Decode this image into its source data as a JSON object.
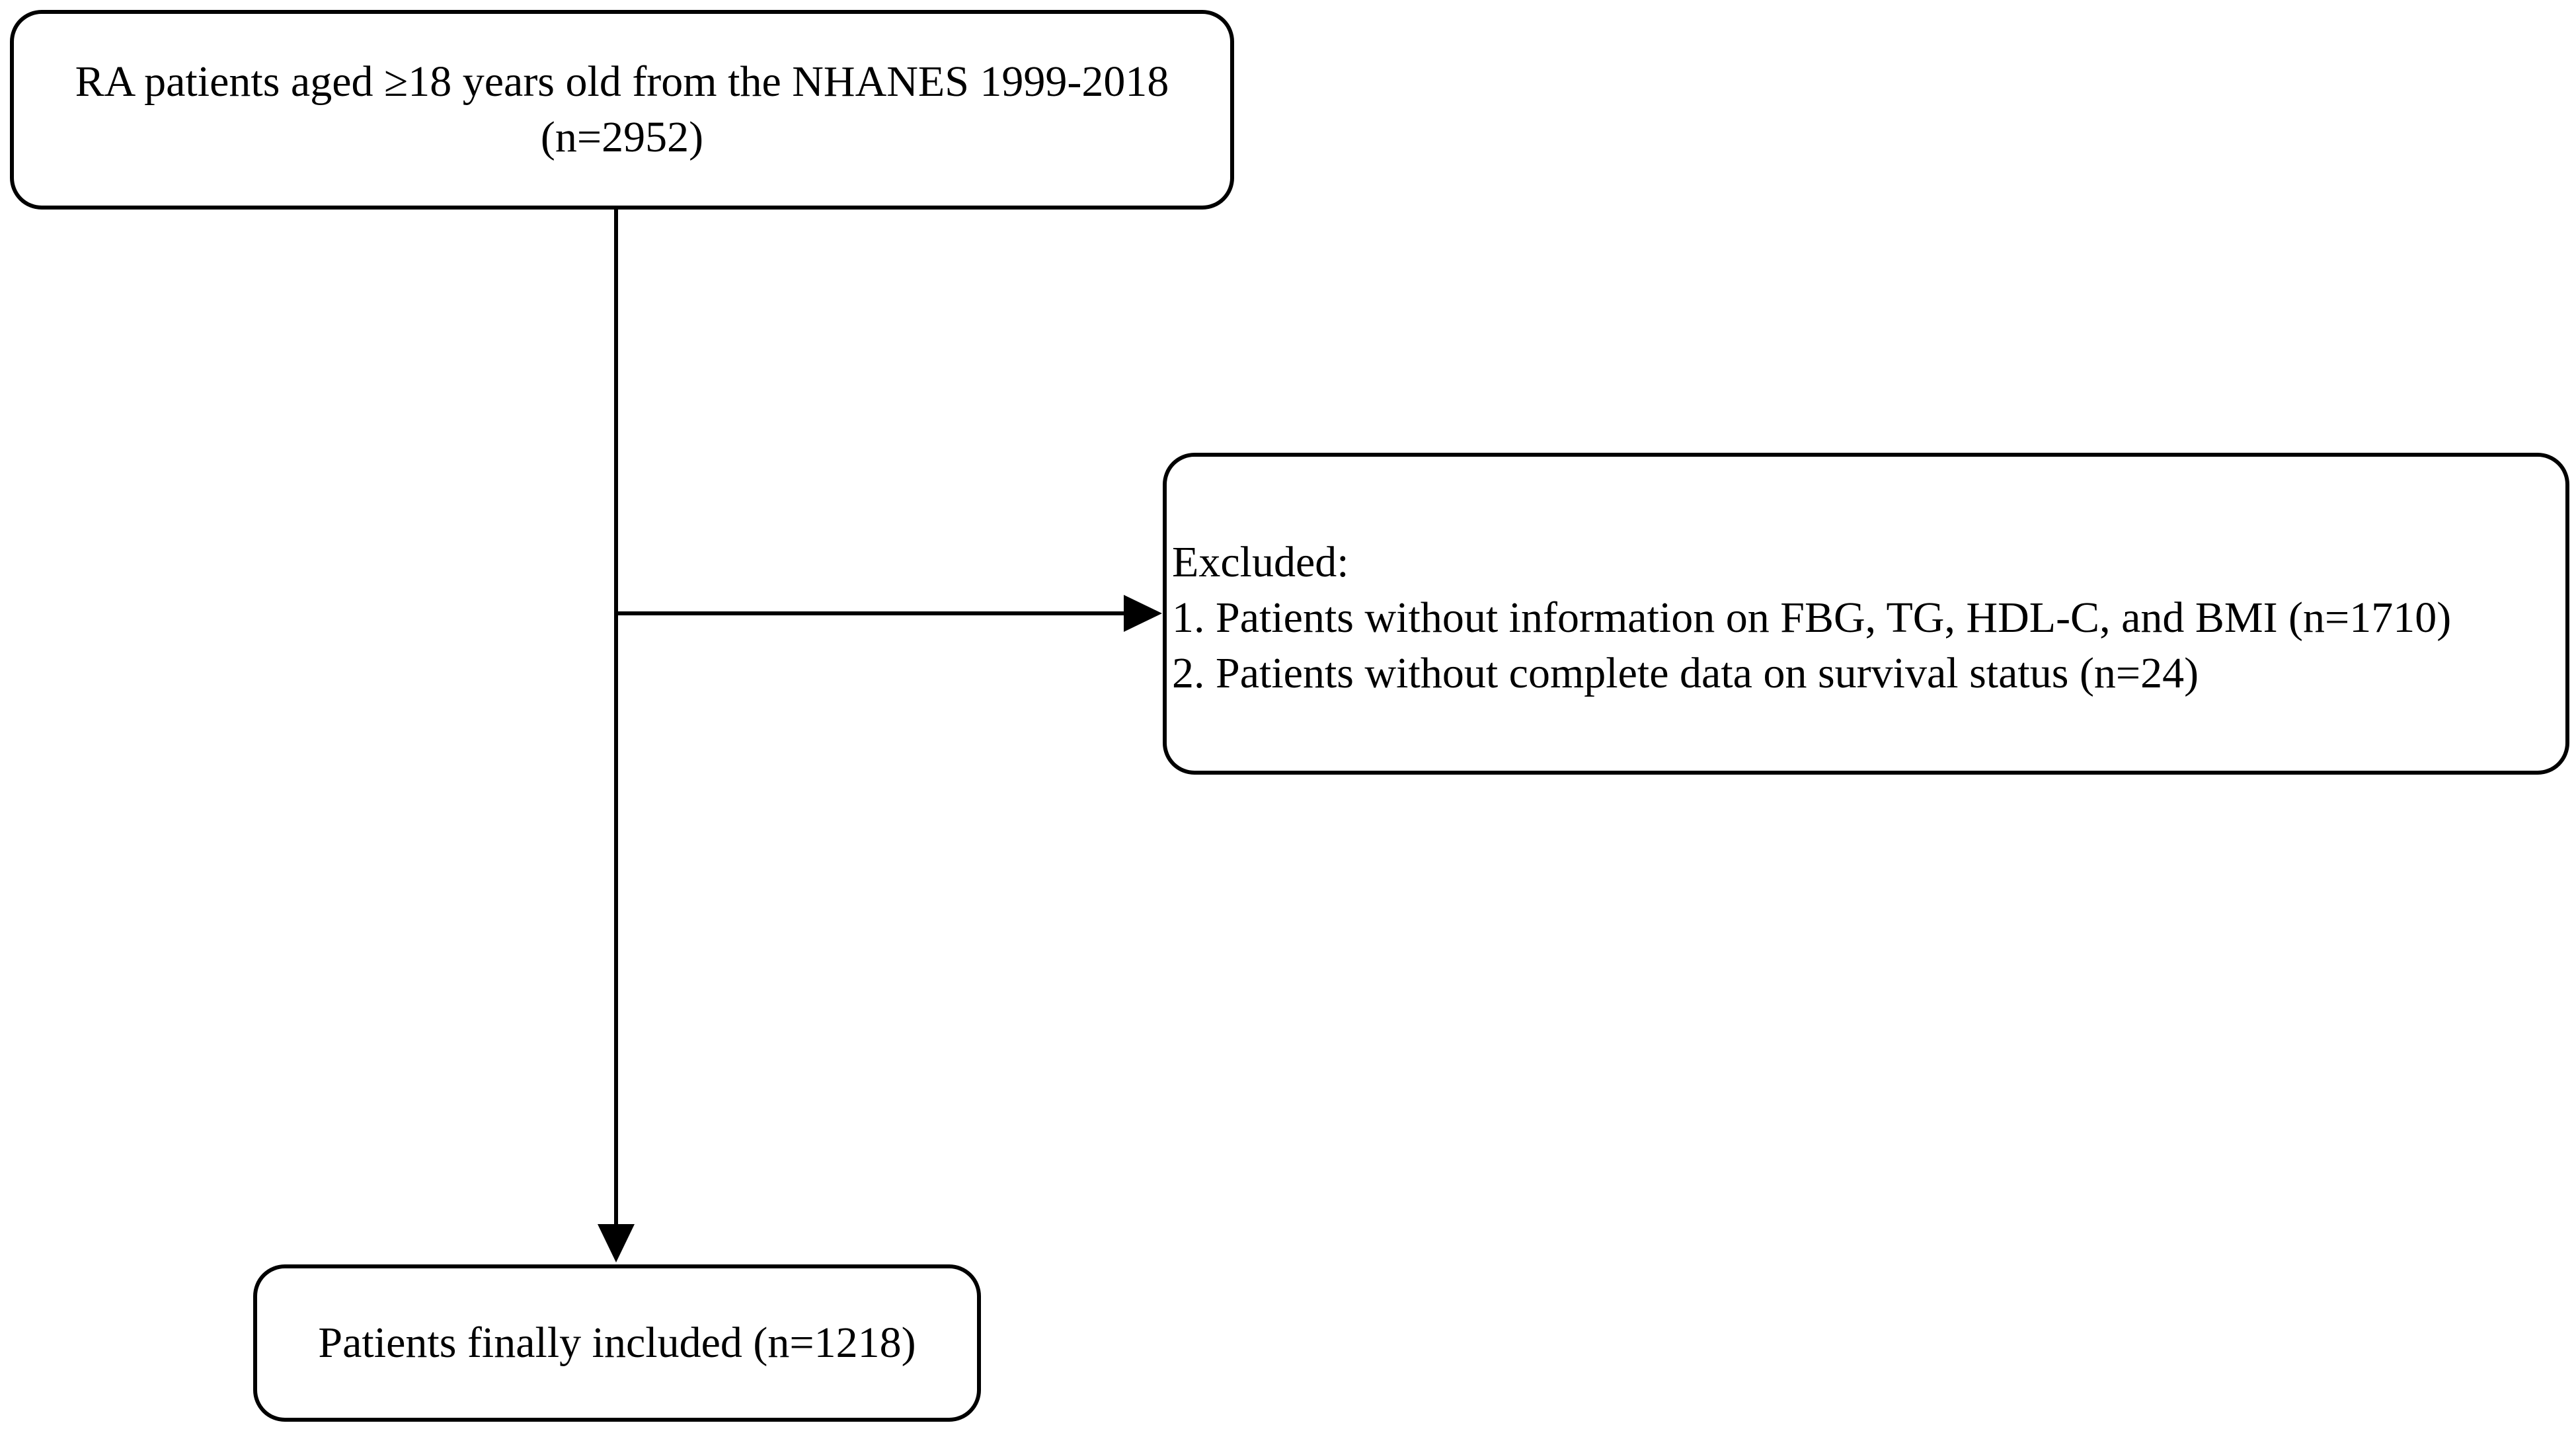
{
  "flowchart": {
    "top_box": {
      "line1": "RA patients aged ≥18 years old from the NHANES 1999-2018",
      "line2": "(n=2952)"
    },
    "excluded_box": {
      "heading": "Excluded:",
      "item1": "1. Patients without information on FBG, TG, HDL-C, and BMI (n=1710)",
      "item2": "2. Patients without complete data on survival status (n=24)"
    },
    "bottom_box": {
      "text": "Patients finally included (n=1218)"
    },
    "colors": {
      "stroke": "#000000",
      "background": "#ffffff"
    }
  }
}
